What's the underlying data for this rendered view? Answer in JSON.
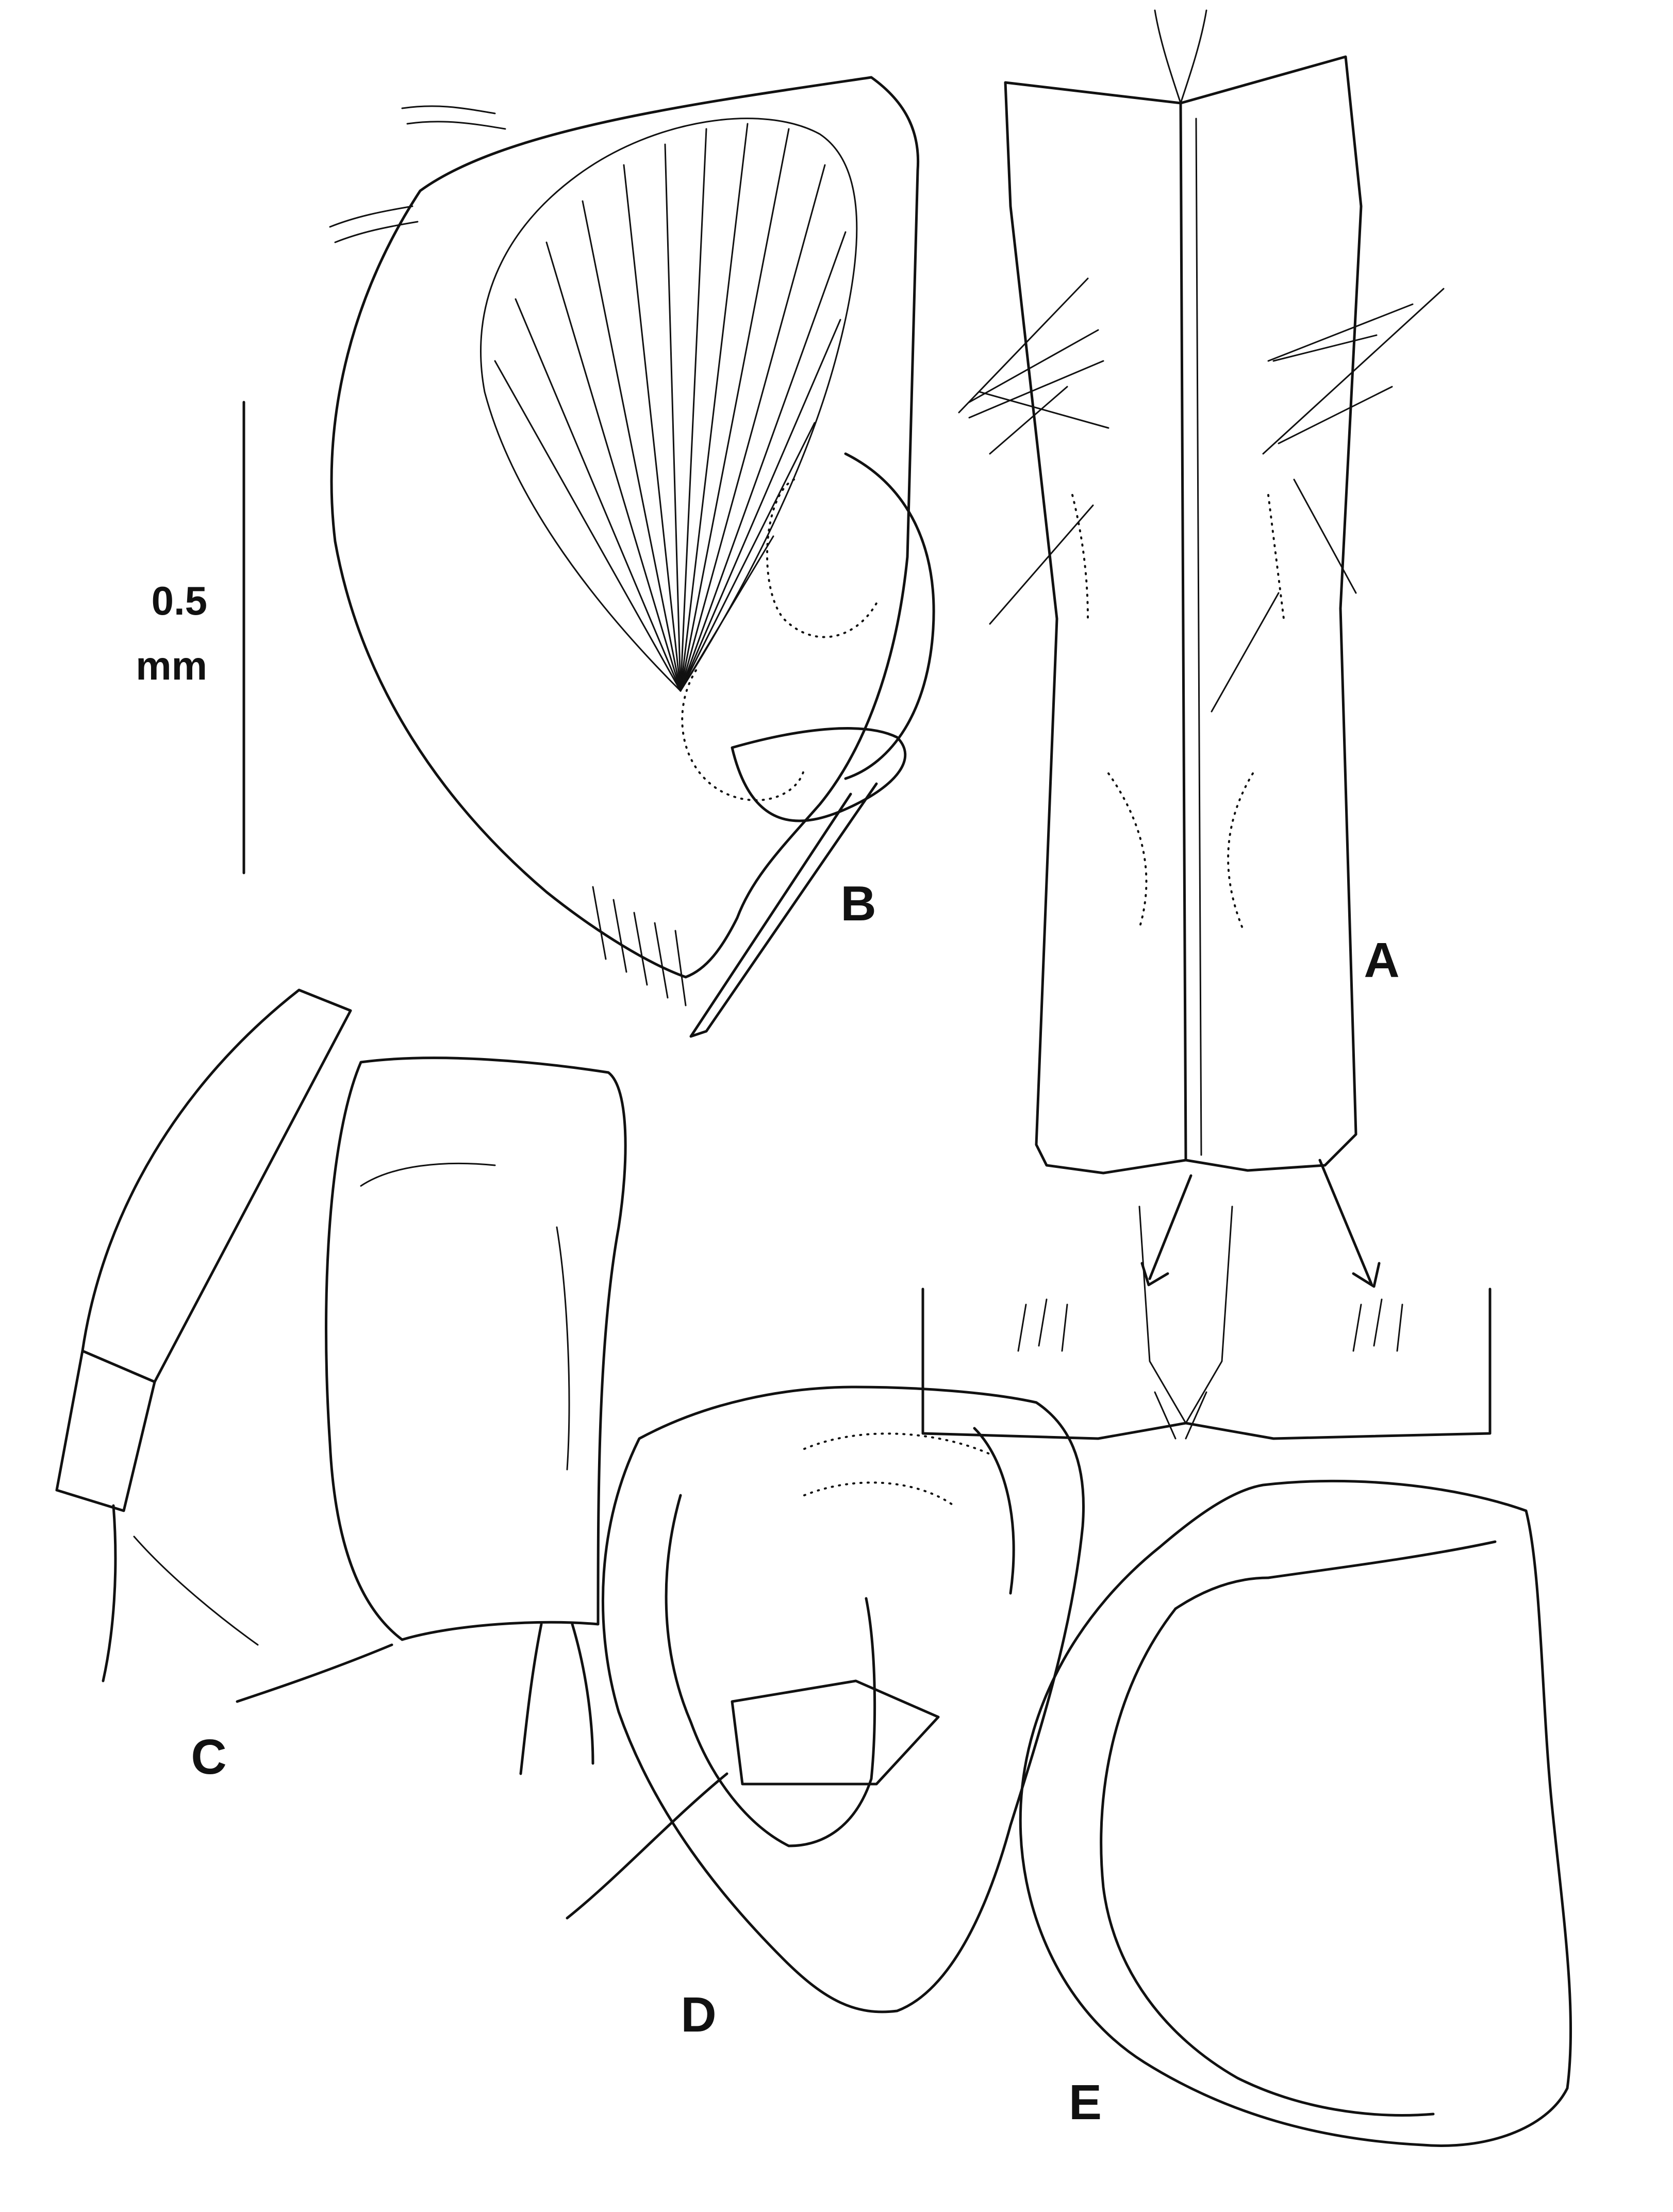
{
  "scale_bar": {
    "value": "0.5",
    "unit": "mm"
  },
  "panels": [
    {
      "id": "A",
      "label": "A"
    },
    {
      "id": "B",
      "label": "B"
    },
    {
      "id": "C",
      "label": "C"
    },
    {
      "id": "D",
      "label": "D"
    },
    {
      "id": "E",
      "label": "E"
    }
  ],
  "ink_color": "#111111",
  "background_color": "#ffffff"
}
